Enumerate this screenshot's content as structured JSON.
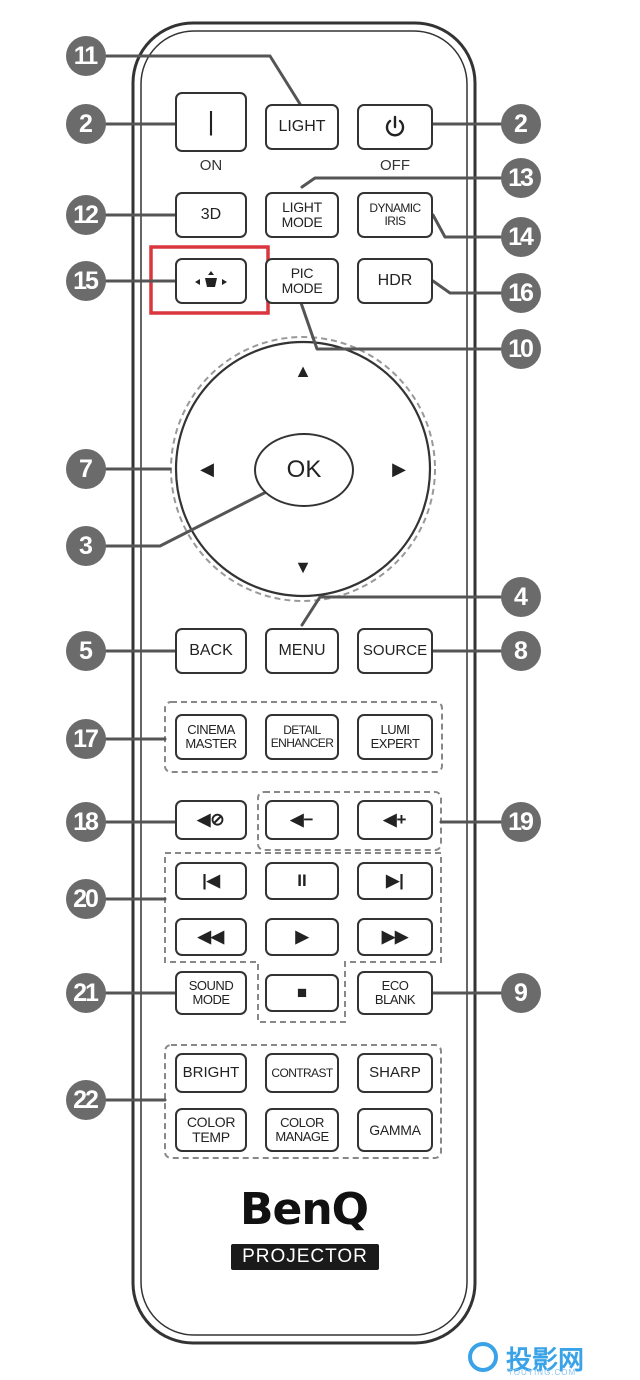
{
  "colors": {
    "callout_bg": "#6b6b6b",
    "outline": "#333333",
    "highlight": "#d9363e",
    "watermark": "#3aa3e8"
  },
  "callouts": [
    "11",
    "2",
    "2",
    "12",
    "13",
    "14",
    "15",
    "16",
    "10",
    "7",
    "3",
    "4",
    "5",
    "8",
    "17",
    "18",
    "19",
    "20",
    "21",
    "9",
    "22"
  ],
  "buttons": {
    "on": "|",
    "on_label": "ON",
    "light": "LIGHT",
    "off_icon": "power-icon",
    "off_label": "OFF",
    "three_d": "3D",
    "light_mode": [
      "LIGHT",
      "MODE"
    ],
    "dynamic_iris": [
      "DYNAMIC",
      "IRIS"
    ],
    "keystone_icon": "keystone-icon",
    "pic_mode": [
      "PIC",
      "MODE"
    ],
    "hdr": "HDR",
    "ok": "OK",
    "back": "BACK",
    "menu": "MENU",
    "source": "SOURCE",
    "cinema_master": [
      "CINEMA",
      "MASTER"
    ],
    "detail_enhancer": [
      "DETAIL",
      "ENHANCER"
    ],
    "lumi_expert": [
      "LUMI",
      "EXPERT"
    ],
    "mute_icon": "mute-icon",
    "vol_down_icon": "volume-down-icon",
    "vol_up_icon": "volume-up-icon",
    "prev_icon": "skip-previous-icon",
    "pause_icon": "pause-icon",
    "next_icon": "skip-next-icon",
    "rewind_icon": "rewind-icon",
    "play_icon": "play-icon",
    "ffwd_icon": "fast-forward-icon",
    "sound_mode": [
      "SOUND",
      "MODE"
    ],
    "stop_icon": "stop-icon",
    "eco_blank": [
      "ECO",
      "BLANK"
    ],
    "bright": "BRIGHT",
    "contrast": "CONTRAST",
    "sharp": "SHARP",
    "color_temp": [
      "COLOR",
      "TEMP"
    ],
    "color_manage": [
      "COLOR",
      "MANAGE"
    ],
    "gamma": "GAMMA"
  },
  "brand": {
    "name": "BenQ",
    "sub": "PROJECTOR"
  },
  "watermark": {
    "text": "投影网",
    "url": "TOUYING.COM"
  }
}
